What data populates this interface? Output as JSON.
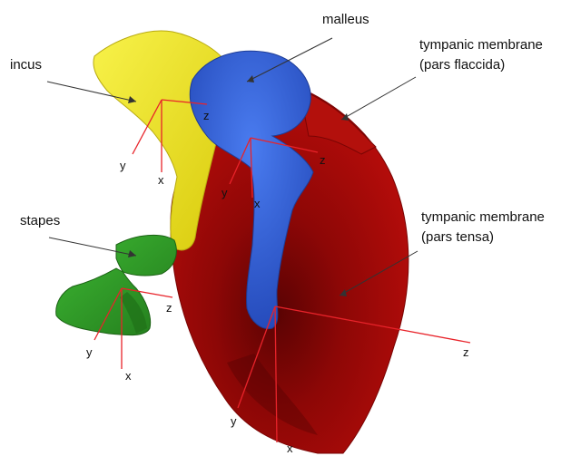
{
  "labels": {
    "malleus": "malleus",
    "incus": "incus",
    "stapes": "stapes",
    "tm_flaccida_line1": "tympanic membrane",
    "tm_flaccida_line2": "(pars flaccida)",
    "tm_tensa_line1": "tympanic membrane",
    "tm_tensa_line2": "(pars tensa)"
  },
  "axes": {
    "incus": {
      "x": "x",
      "y": "y",
      "z": "z"
    },
    "malleus": {
      "x": "x",
      "y": "y",
      "z": "z"
    },
    "stapes": {
      "x": "x",
      "y": "y",
      "z": "z"
    },
    "membrane": {
      "x": "x",
      "y": "y",
      "z": "z"
    }
  },
  "colors": {
    "membrane": "#a50a08",
    "membrane_dark": "#6e0505",
    "malleus": "#2f5fd6",
    "incus": "#efe51f",
    "stapes": "#2f9a25",
    "axis_line": "#e8232a",
    "leader_line": "#333333"
  }
}
